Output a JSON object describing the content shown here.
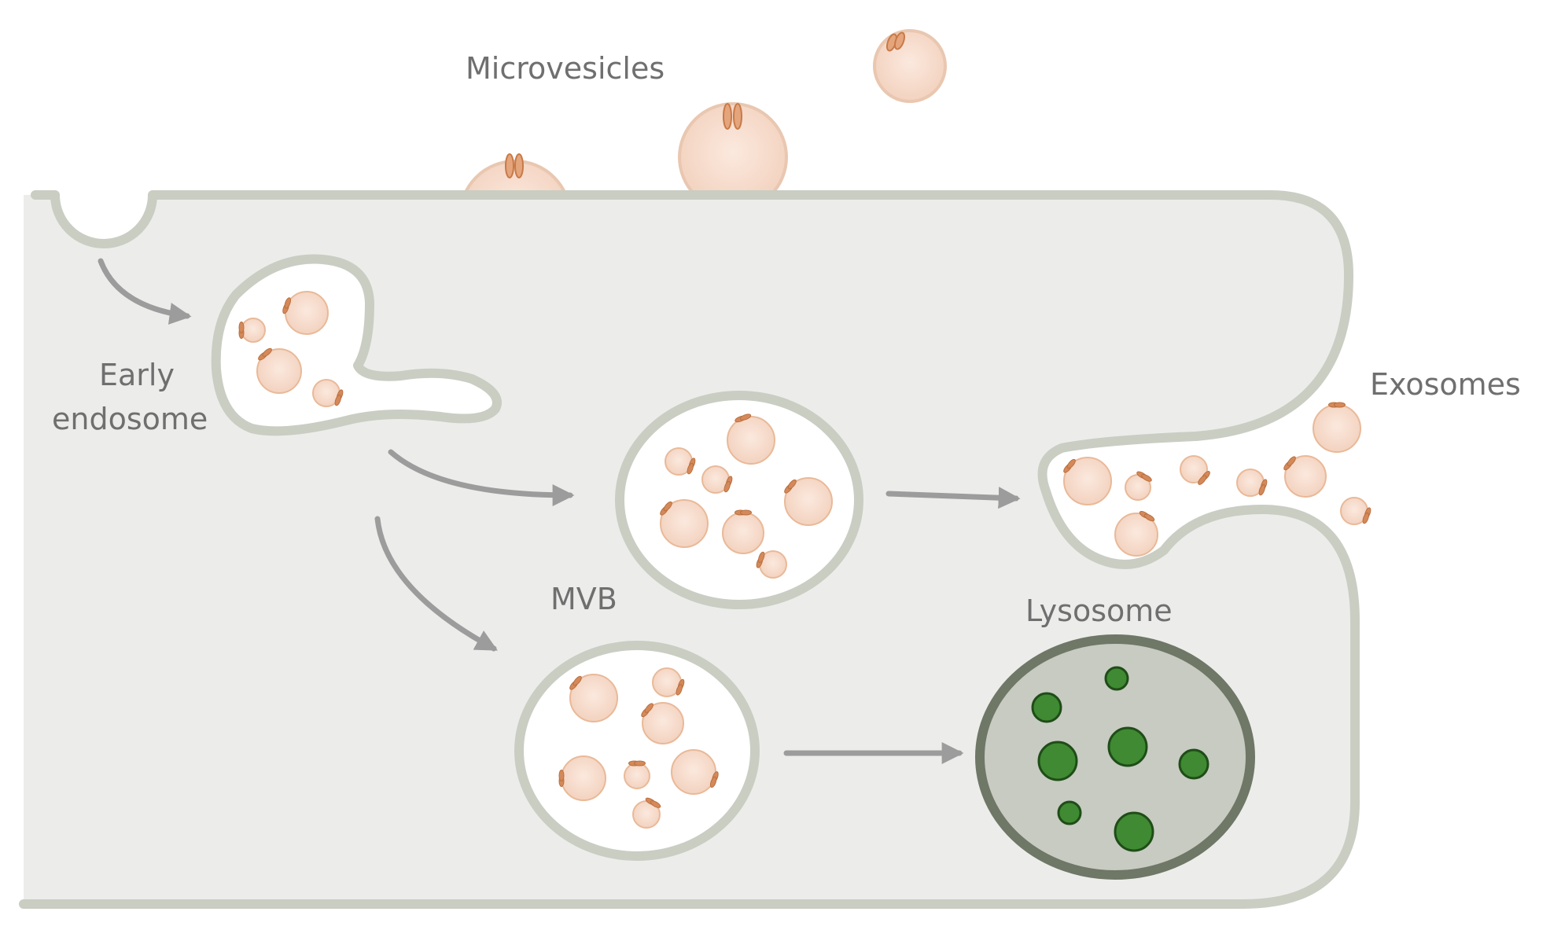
{
  "labels": {
    "microvesicles": "Microvesicles",
    "early_endosome_line1": "Early",
    "early_endosome_line2": "endosome",
    "exosomes": "Exosomes",
    "mvb": "MVB",
    "lysosome": "Lysosome"
  },
  "colors": {
    "cytoplasm": "#ecedea",
    "membrane": "#c9cdc2",
    "arrow": "#9c9c9c",
    "vesicle_fill": "#f6d8c6",
    "vesicle_rim": "#e9b998",
    "protein": "#d5895a",
    "lysosome_fill": "#c8cbc2",
    "lysosome_rim": "#6f7766",
    "lysosome_dot": "#3f8a32",
    "lysosome_dot_rim": "#1f4d18",
    "label_text": "#6f6f6f"
  }
}
